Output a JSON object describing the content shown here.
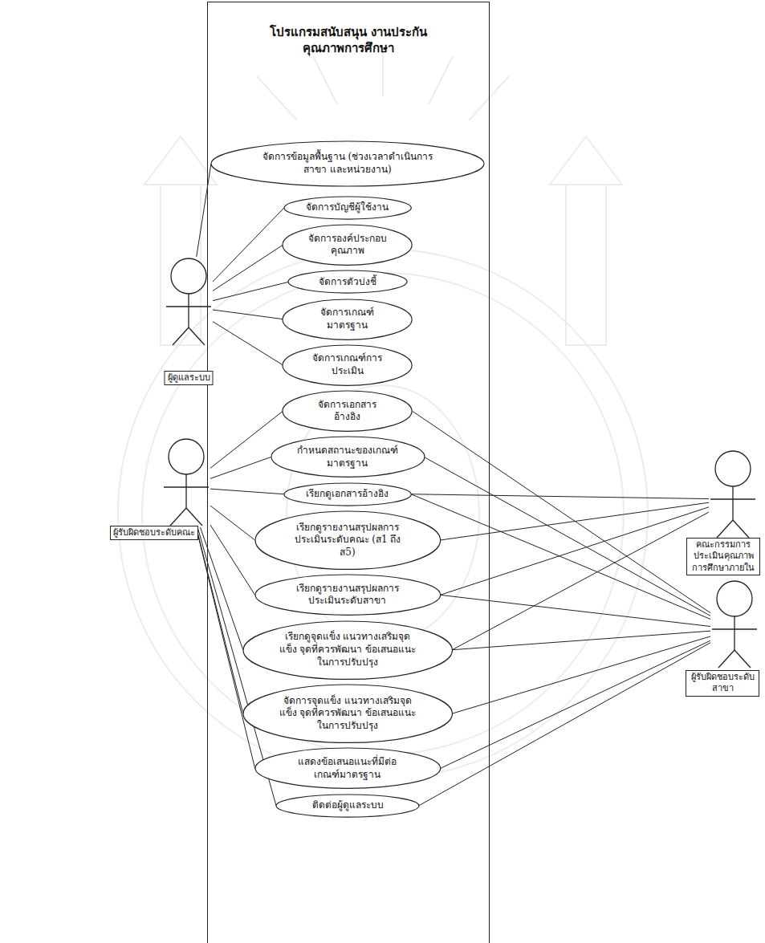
{
  "diagram": {
    "nodes": [
      {
        "text": [
          "โปรแกรมสนับสนุน งานประกันคุณภาพการศึกษา"
        ]
      },
      {
        "text": [
          "จัดการข้อมูลพื้นฐาน (ช่วงเวลาดำเนินการ สาขา และหน่วยงาน)"
        ],
        "in": 0
      },
      {
        "text": [
          "จัดการบัญชีผู้ใช้งาน"
        ],
        "in": 0
      },
      {
        "text": [
          "จัดการองค์ประกอบคุณภาพ"
        ],
        "in": 0
      },
      {
        "text": [
          "จัดการตัวบ่งชี้"
        ],
        "in": 0
      },
      {
        "text": [
          "จัดการเกณฑ์มาตรฐาน"
        ],
        "in": 0
      },
      {
        "text": [
          "จัดการเกณฑ์การประเมิน"
        ],
        "in": 0
      },
      {
        "text": [
          "จัดการเอกสารอ้างอิง"
        ],
        "in": 0
      },
      {
        "text": [
          "กำหนดสถานะของเกณฑ์มาตรฐาน"
        ],
        "in": 0
      },
      {
        "text": [
          "เรียกดูเอกสารอ้างอิง"
        ],
        "in": 0
      },
      {
        "text": [
          "เรียกดูรายงานสรุปผลการประเมินระดับคณะ (ส1 ถึง ส5)"
        ],
        "in": 0
      },
      {
        "text": [
          "เรียกดูรายงานสรุปผลการประเมินระดับสาขา"
        ],
        "in": 0
      },
      {
        "text": [
          "เรียกดูจุดแข็ง แนวทางเสริมจุดแข็ง จุดที่ควรพัฒนา ข้อเสนอแนะในการปรับปรุง"
        ],
        "in": 0
      },
      {
        "text": [
          "จัดการจุดแข็ง แนวทางเสริมจุดแข็ง จุดที่ควรพัฒนา ข้อเสนอแนะในการปรับปรุง"
        ],
        "in": 0
      },
      {
        "text": [
          "แสดงข้อเสนอแนะที่มีต่อเกณฑ์มาตรฐาน"
        ],
        "in": 0
      },
      {
        "text": [
          "ติดต่อผู้ดูแลระบบ"
        ],
        "in": 0
      },
      {
        "text": [
          "ผู้ดูแลระบบ"
        ]
      },
      {
        "text": [
          "ผู้รับผิดชอบระดับคณะ"
        ]
      },
      {
        "text": [
          "คณะกรรมการประเมินคุณภาพการศึกษาภายใน"
        ]
      },
      {
        "text": [
          "ผู้รับผิดชอบระดับสาขา"
        ]
      }
    ],
    "edges": [
      {
        "from": 16,
        "to": 1,
        "arrow": "none"
      },
      {
        "from": 16,
        "to": 2,
        "arrow": "none"
      },
      {
        "from": 16,
        "to": 3,
        "arrow": "none"
      },
      {
        "from": 16,
        "to": 4,
        "arrow": "none"
      },
      {
        "from": 16,
        "to": 5,
        "arrow": "none"
      },
      {
        "from": 16,
        "to": 6,
        "arrow": "none"
      },
      {
        "from": 17,
        "to": 7,
        "arrow": "none"
      },
      {
        "from": 17,
        "to": 8,
        "arrow": "none"
      },
      {
        "from": 17,
        "to": 9,
        "arrow": "none"
      },
      {
        "from": 17,
        "to": 10,
        "arrow": "none"
      },
      {
        "from": 17,
        "to": 11,
        "arrow": "none"
      },
      {
        "from": 17,
        "to": 12,
        "arrow": "none"
      },
      {
        "from": 17,
        "to": 13,
        "arrow": "none"
      },
      {
        "from": 17,
        "to": 14,
        "arrow": "none"
      },
      {
        "from": 17,
        "to": 15,
        "arrow": "none"
      },
      {
        "from": 18,
        "to": 9,
        "arrow": "none"
      },
      {
        "from": 18,
        "to": 10,
        "arrow": "none"
      },
      {
        "from": 18,
        "to": 11,
        "arrow": "none"
      },
      {
        "from": 18,
        "to": 12,
        "arrow": "none"
      },
      {
        "from": 19,
        "to": 7,
        "arrow": "none"
      },
      {
        "from": 19,
        "to": 8,
        "arrow": "none"
      },
      {
        "from": 19,
        "to": 9,
        "arrow": "none"
      },
      {
        "from": 19,
        "to": 11,
        "arrow": "none"
      },
      {
        "from": 19,
        "to": 12,
        "arrow": "none"
      },
      {
        "from": 19,
        "to": 13,
        "arrow": "none"
      },
      {
        "from": 19,
        "to": 14,
        "arrow": "none"
      },
      {
        "from": 19,
        "to": 15,
        "arrow": "none"
      }
    ]
  }
}
